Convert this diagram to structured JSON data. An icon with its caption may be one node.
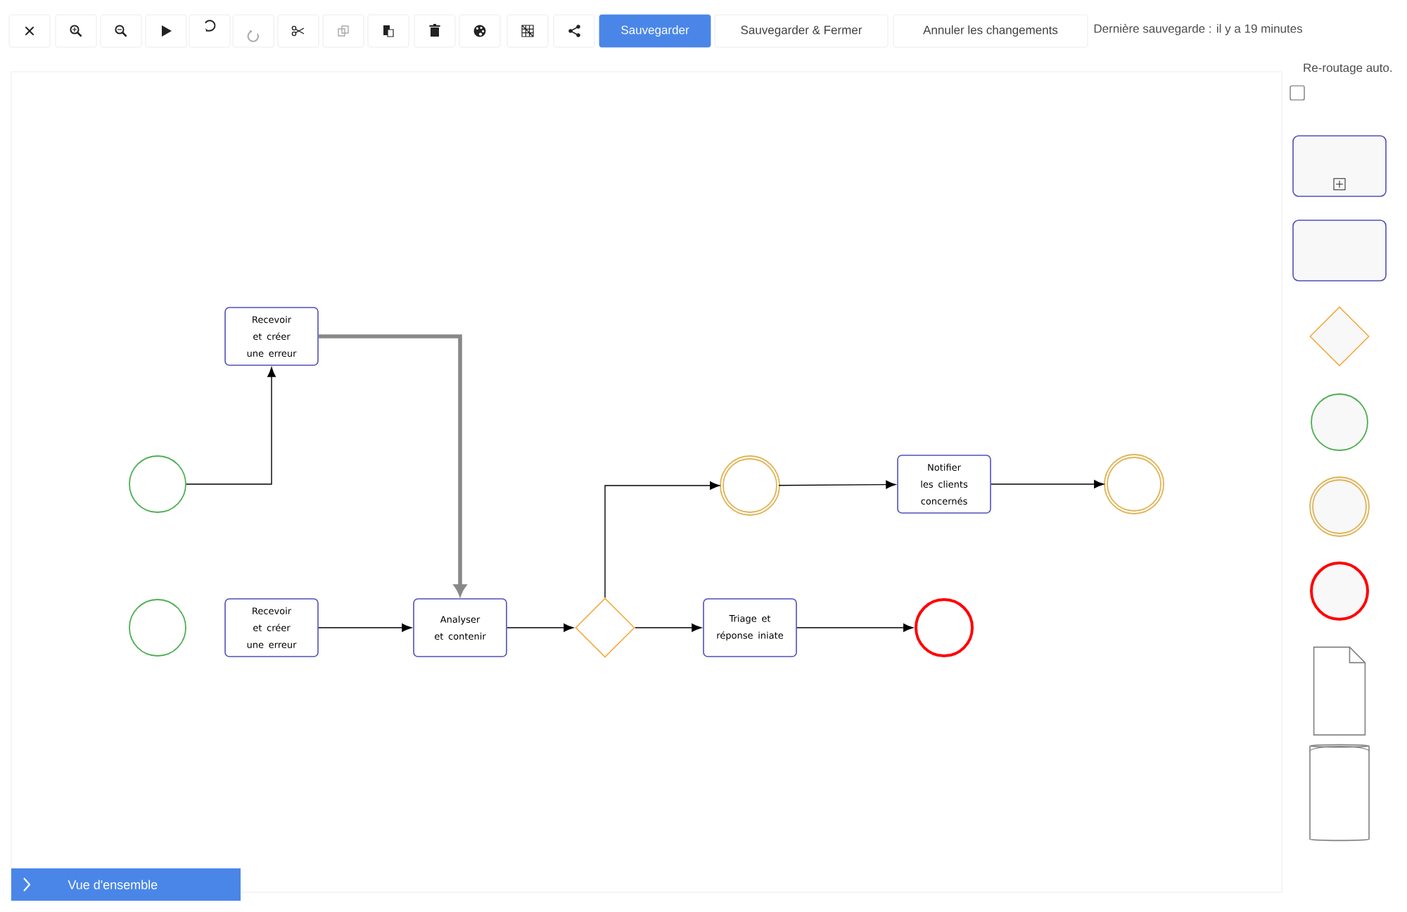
{
  "diagram": {
    "nodes": [
      {
        "text": [],
        "shape": "circle"
      },
      {
        "text": [
          "Recevoir et créer une erreur"
        ]
      },
      {
        "text": [],
        "shape": "circle"
      },
      {
        "text": [
          "Recevoir et créer une erreur"
        ]
      },
      {
        "text": [
          "Analyser et contenir"
        ]
      },
      {
        "text": [],
        "shape": "diamond"
      },
      {
        "text": [],
        "shape": "circle"
      },
      {
        "text": [
          "Notifier les clients concernés"
        ]
      },
      {
        "text": [],
        "shape": "circle"
      },
      {
        "text": [
          "Triage et réponse iniate"
        ]
      },
      {
        "text": [],
        "shape": "circle"
      },
      {
        "text": [],
        "shape": "box"
      },
      {
        "text": [],
        "shape": "box"
      },
      {
        "text": [],
        "shape": "diamond"
      },
      {
        "text": [],
        "shape": "circle"
      },
      {
        "text": [],
        "shape": "circle"
      },
      {
        "text": [],
        "shape": "circle"
      },
      {
        "text": [],
        "shape": "document"
      },
      {
        "text": [],
        "shape": "cylinder"
      }
    ],
    "edges": [
      {
        "from": 0,
        "to": 1,
        "arrow": "to"
      },
      {
        "from": 1,
        "to": 4,
        "arrow": "to",
        "style": "thick",
        "color": "#888888"
      },
      {
        "from": 3,
        "to": 4,
        "arrow": "to"
      },
      {
        "from": 4,
        "to": 5,
        "arrow": "to"
      },
      {
        "from": 5,
        "to": 6,
        "arrow": "to"
      },
      {
        "from": 6,
        "to": 7,
        "arrow": "to"
      },
      {
        "from": 7,
        "to": 8,
        "arrow": "to"
      },
      {
        "from": 5,
        "to": 9,
        "arrow": "to"
      },
      {
        "from": 9,
        "to": 10,
        "arrow": "to"
      }
    ],
    "labels": [
      "Sauvegarder",
      "Sauvegarder & Fermer",
      "Annuler les changements",
      "Dernière sauvegarde : il y a 19 minutes",
      "Re-routage auto.",
      "Vue d'ensemble"
    ]
  }
}
